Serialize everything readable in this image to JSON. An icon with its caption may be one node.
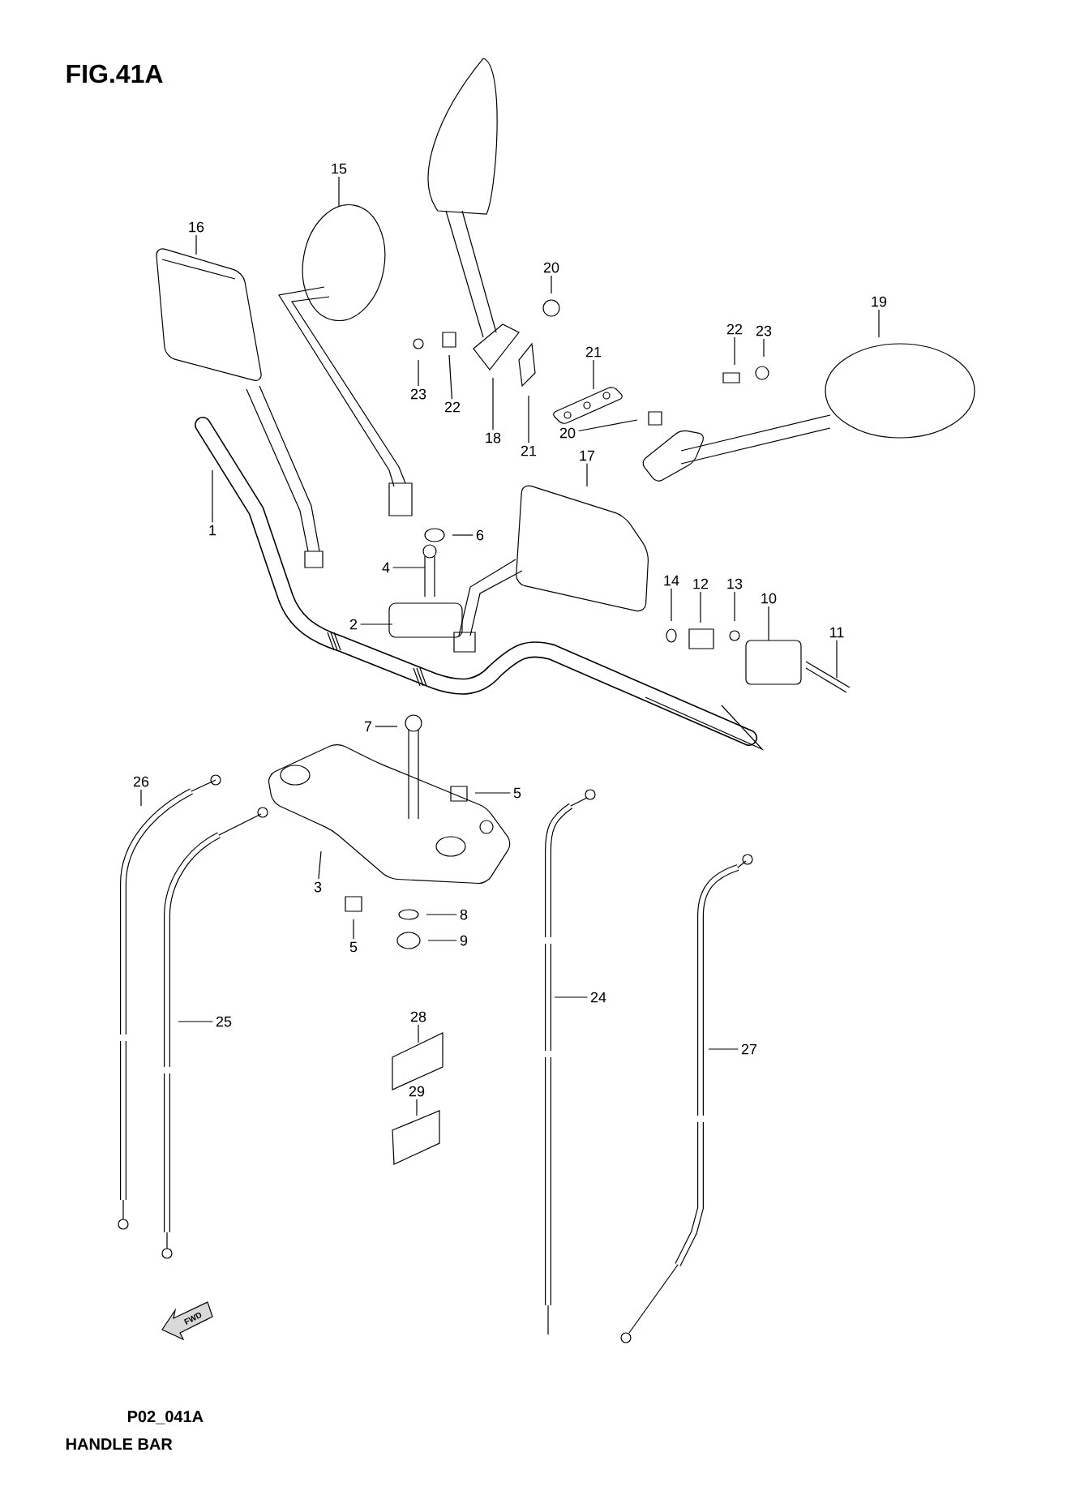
{
  "diagram": {
    "title": "FIG.41A",
    "caption": "HANDLE BAR",
    "nodes": [
      {
        "text": [
          "15"
        ]
      },
      {
        "text": [
          "16"
        ]
      },
      {
        "text": [
          "20"
        ]
      },
      {
        "text": [
          "19"
        ]
      },
      {
        "text": [
          "22"
        ]
      },
      {
        "text": [
          "23"
        ]
      },
      {
        "text": [
          "21"
        ]
      },
      {
        "text": [
          "23"
        ]
      },
      {
        "text": [
          "22"
        ]
      },
      {
        "text": [
          "20"
        ]
      },
      {
        "text": [
          "18"
        ]
      },
      {
        "text": [
          "21"
        ]
      },
      {
        "text": [
          "17"
        ]
      },
      {
        "text": [
          "1"
        ]
      },
      {
        "text": [
          "6"
        ]
      },
      {
        "text": [
          "4"
        ]
      },
      {
        "text": [
          "14"
        ]
      },
      {
        "text": [
          "12"
        ]
      },
      {
        "text": [
          "10"
        ]
      },
      {
        "text": [
          "13"
        ]
      },
      {
        "text": [
          "2"
        ]
      },
      {
        "text": [
          "11"
        ]
      },
      {
        "text": [
          "7"
        ]
      },
      {
        "text": [
          "26"
        ]
      },
      {
        "text": [
          "5"
        ]
      },
      {
        "text": [
          "3"
        ]
      },
      {
        "text": [
          "8"
        ]
      },
      {
        "text": [
          "9"
        ]
      },
      {
        "text": [
          "5"
        ]
      },
      {
        "text": [
          "24"
        ]
      },
      {
        "text": [
          "28"
        ]
      },
      {
        "text": [
          "25"
        ]
      },
      {
        "text": [
          "27"
        ]
      },
      {
        "text": [
          "29"
        ]
      }
    ],
    "edges": [
      {
        "from": 0,
        "to": null,
        "arrow": "none"
      },
      {
        "from": 1,
        "to": null,
        "arrow": "none"
      },
      {
        "from": 2,
        "to": null,
        "arrow": "none"
      },
      {
        "from": 3,
        "to": null,
        "arrow": "none"
      },
      {
        "from": 4,
        "to": null,
        "arrow": "none"
      },
      {
        "from": 5,
        "to": null,
        "arrow": "none"
      },
      {
        "from": 6,
        "to": null,
        "arrow": "none"
      },
      {
        "from": 7,
        "to": null,
        "arrow": "none"
      },
      {
        "from": 8,
        "to": null,
        "arrow": "none"
      },
      {
        "from": 9,
        "to": null,
        "arrow": "none"
      },
      {
        "from": 10,
        "to": null,
        "arrow": "none"
      },
      {
        "from": 11,
        "to": null,
        "arrow": "none"
      },
      {
        "from": 12,
        "to": null,
        "arrow": "none"
      },
      {
        "from": 13,
        "to": null,
        "arrow": "none"
      },
      {
        "from": 14,
        "to": null,
        "arrow": "none"
      },
      {
        "from": 15,
        "to": null,
        "arrow": "none"
      },
      {
        "from": 16,
        "to": null,
        "arrow": "none"
      },
      {
        "from": 17,
        "to": null,
        "arrow": "none"
      },
      {
        "from": 18,
        "to": null,
        "arrow": "none"
      },
      {
        "from": 19,
        "to": null,
        "arrow": "none"
      },
      {
        "from": 20,
        "to": null,
        "arrow": "none"
      },
      {
        "from": 21,
        "to": null,
        "arrow": "none"
      },
      {
        "from": 22,
        "to": null,
        "arrow": "none"
      },
      {
        "from": 23,
        "to": null,
        "arrow": "none"
      },
      {
        "from": 24,
        "to": null,
        "arrow": "none"
      },
      {
        "from": 25,
        "to": null,
        "arrow": "none"
      },
      {
        "from": 26,
        "to": null,
        "arrow": "none"
      },
      {
        "from": 27,
        "to": null,
        "arrow": "none"
      },
      {
        "from": 28,
        "to": null,
        "arrow": "none"
      },
      {
        "from": 29,
        "to": null,
        "arrow": "none"
      },
      {
        "from": 30,
        "to": null,
        "arrow": "none"
      },
      {
        "from": 31,
        "to": null,
        "arrow": "none"
      },
      {
        "from": 32,
        "to": null,
        "arrow": "none"
      },
      {
        "from": 33,
        "to": null,
        "arrow": "none"
      }
    ],
    "labels": [
      "FWD",
      "P02_041A"
    ]
  }
}
